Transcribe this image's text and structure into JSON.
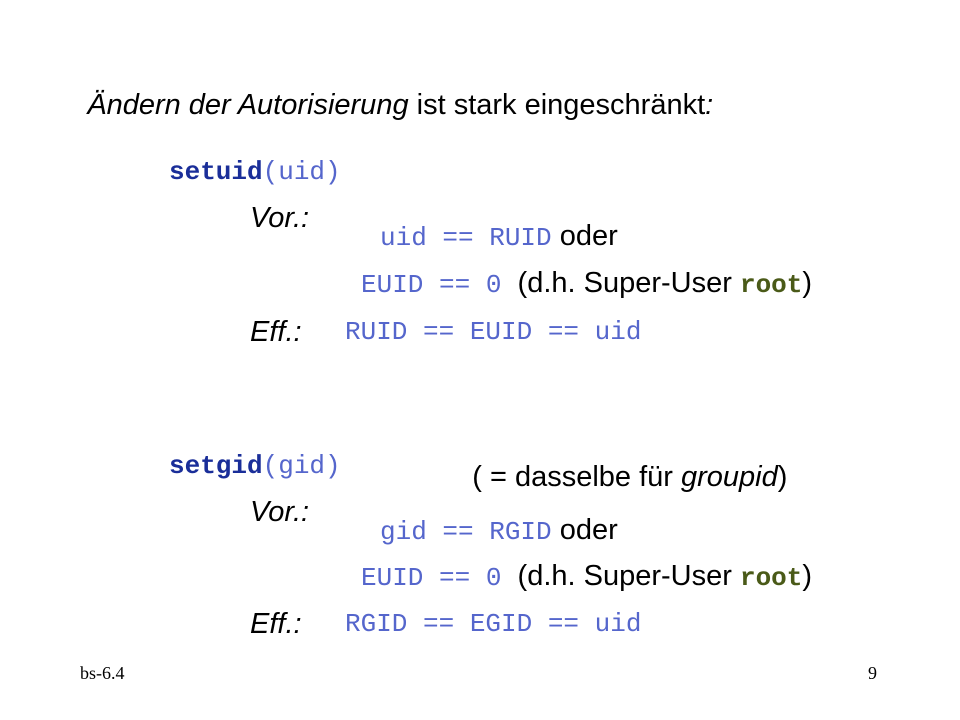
{
  "heading": {
    "italic_part": "Ändern der Autorisierung",
    "rest": " ist stark eingeschränkt",
    "colon": ":"
  },
  "setuid": {
    "func": "setuid",
    "args": "(uid)",
    "vor_label": "Vor.:",
    "cond1_code": "uid == RUID",
    "cond1_text": " oder",
    "cond2_code": "EUID == 0",
    "cond2_text_pre": "  (d.h. Super-User ",
    "cond2_root": "root",
    "cond2_text_post": ")",
    "eff_label": "Eff.:",
    "eff_code": "RUID == EUID == uid"
  },
  "setgid": {
    "func": "setgid",
    "args": "(gid)",
    "note_pre": "( = dasselbe für ",
    "note_italic": "groupid",
    "note_post": ")",
    "vor_label": "Vor.:",
    "cond1_code": "gid == RGID",
    "cond1_text": " oder",
    "cond2_code": "EUID == 0",
    "cond2_text_pre": "  (d.h. Super-User ",
    "cond2_root": "root",
    "cond2_text_post": ")",
    "eff_label": "Eff.:",
    "eff_code": "RGID == EGID == uid"
  },
  "footer": {
    "left": "bs-6.4",
    "page": "9"
  }
}
